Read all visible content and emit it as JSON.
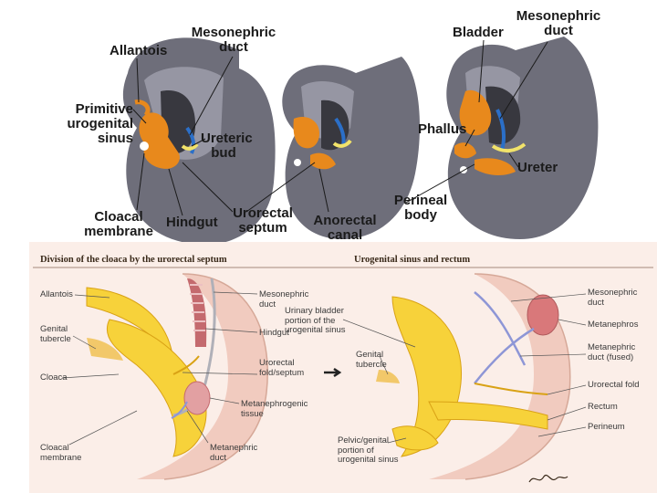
{
  "top_panel": {
    "labels": {
      "allantois": "Allantois",
      "mesonephric_duct_1": "Mesonephric\nduct",
      "primitive_urogenital_sinus": "Primitive\nurogenital\nsinus",
      "ureteric_bud": "Ureteric\nbud",
      "cloacal_membrane": "Cloacal\nmembrane",
      "hindgut": "Hindgut",
      "urorectal_septum": "Urorectal\nseptum",
      "anorectal_canal": "Anorectal\ncanal",
      "perineal_body": "Perineal\nbody",
      "phallus": "Phallus",
      "bladder": "Bladder",
      "mesonephric_duct_3": "Mesonephric\nduct",
      "ureter": "Ureter"
    },
    "colors": {
      "tissue": "#6d6d78",
      "tissue_light": "#c9c9d1",
      "orange": "#e8891c",
      "blue": "#2b6fc8",
      "yellow": "#f2e36a"
    }
  },
  "bottom_panel": {
    "left_title": "Division of the cloaca by the urorectal septum",
    "right_title": "Urogenital sinus and rectum",
    "left_labels": {
      "allantois": "Allantois",
      "genital_tubercle": "Genital\ntubercle",
      "cloaca": "Cloaca",
      "cloacal_membrane": "Cloacal\nmembrane",
      "mesonephric_duct": "Mesonephric\nduct",
      "hindgut": "Hindgut",
      "urorectal_fold": "Urorectal\nfold/septum",
      "metanephrogenic_tissue": "Metanephrogenic\ntissue",
      "metanephric_duct": "Metanephric\nduct"
    },
    "right_labels": {
      "urinary_bladder": "Urinary bladder\nportion of the\nurogenital sinus",
      "genital_tubercle": "Genital\ntubercle",
      "pelvic_genital": "Pelvic/genital\nportion of\nurogenital sinus",
      "mesonephric_duct": "Mesonephric\nduct",
      "metanephros": "Metanephros",
      "metanephric_duct_fused": "Metanephric\nduct (fused)",
      "urorectal_fold": "Urorectal fold",
      "rectum": "Rectum",
      "perineum": "Perineum"
    },
    "signature": "F. Netter",
    "colors": {
      "background": "#fbeee8",
      "body_pink": "#f1cbbf",
      "yellow": "#f7d23a",
      "yellow_dark": "#d9a215",
      "kidney": "#d9787a",
      "blue_duct": "#8e96d6"
    }
  }
}
